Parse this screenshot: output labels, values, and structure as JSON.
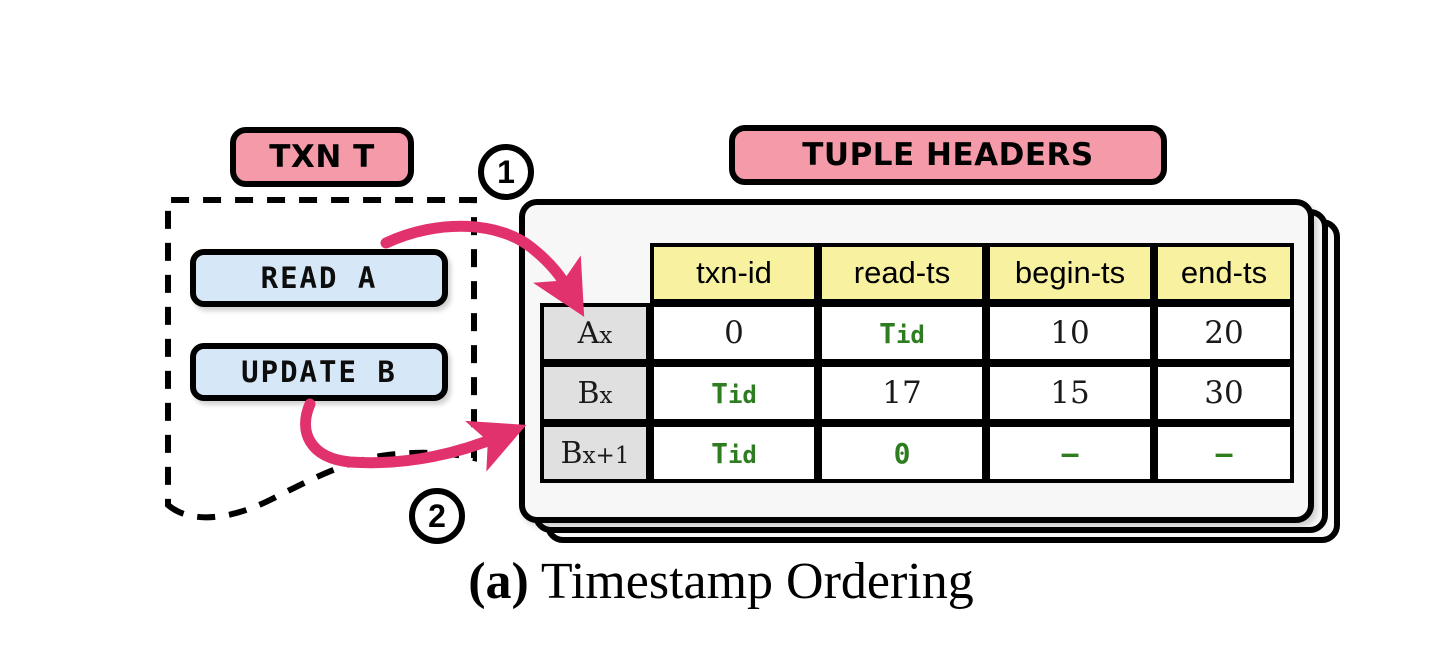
{
  "figure": {
    "caption_label": "(a)",
    "caption_text": "Timestamp Ordering"
  },
  "colors": {
    "badge_pink": "#F59AA8",
    "op_blue": "#D6E7F7",
    "header_yellow": "#F8F2A0",
    "rowlabel_gray": "#E0E0E0",
    "arrow_crimson": "#E2326E",
    "highlight_green": "#2E7D20",
    "outline_black": "#000000",
    "card_gray": "#f7f7f7"
  },
  "transaction": {
    "badge_label": "TXN T",
    "operations": [
      {
        "label": "READ A"
      },
      {
        "label": "UPDATE B"
      }
    ]
  },
  "tuple_headers": {
    "badge_label": "TUPLE HEADERS",
    "columns": [
      "txn-id",
      "read-ts",
      "begin-ts",
      "end-ts"
    ],
    "rows": [
      {
        "label_main": "A",
        "label_sub": "x",
        "cells": [
          {
            "text": "0",
            "highlight": false,
            "subscript": ""
          },
          {
            "text": "T",
            "highlight": true,
            "subscript": "id"
          },
          {
            "text": "10",
            "highlight": false,
            "subscript": ""
          },
          {
            "text": "20",
            "highlight": false,
            "subscript": ""
          }
        ]
      },
      {
        "label_main": "B",
        "label_sub": "x",
        "cells": [
          {
            "text": "T",
            "highlight": true,
            "subscript": "id"
          },
          {
            "text": "17",
            "highlight": false,
            "subscript": ""
          },
          {
            "text": "15",
            "highlight": false,
            "subscript": ""
          },
          {
            "text": "30",
            "highlight": false,
            "subscript": ""
          }
        ]
      },
      {
        "label_main": "B",
        "label_sub": "x+1",
        "cells": [
          {
            "text": "T",
            "highlight": true,
            "subscript": "id"
          },
          {
            "text": "0",
            "highlight": true,
            "subscript": ""
          },
          {
            "text": "–",
            "highlight": true,
            "subscript": ""
          },
          {
            "text": "–",
            "highlight": true,
            "subscript": ""
          }
        ]
      }
    ]
  },
  "steps": [
    {
      "number": "1",
      "from": "READ A",
      "to": "Ax row"
    },
    {
      "number": "2",
      "from": "UPDATE B",
      "to": "Bx+1 row"
    }
  ]
}
